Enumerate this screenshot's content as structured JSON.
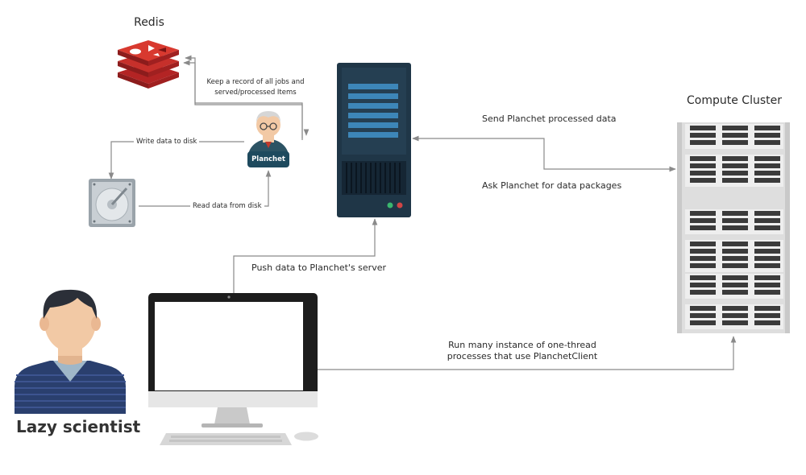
{
  "nodes": {
    "redis": "Redis",
    "planchet": "Planchet",
    "compute_cluster": "Compute Cluster",
    "lazy_scientist": "Lazy scientist"
  },
  "edges": {
    "keep_record_line1": "Keep a record of all jobs and",
    "keep_record_line2": "served/processed Items",
    "write_disk": "Write data to disk",
    "read_disk": "Read data from disk",
    "send_processed": "Send Planchet processed data",
    "ask_packages": "Ask Planchet for data packages",
    "push_data": "Push data to Planchet's server",
    "run_many_line1": "Run many instance of one-thread",
    "run_many_line2": "processes that use PlanchetClient"
  },
  "colors": {
    "redis_red": "#c6302b",
    "server_navy": "#1f3647",
    "server_slot": "#3d86b8",
    "planchet_badge": "#1e4a5e",
    "scientist_shirt": "#2a3f6e",
    "arrow": "#8a8a8a",
    "led_green": "#3ab66e",
    "led_red": "#d04545"
  }
}
